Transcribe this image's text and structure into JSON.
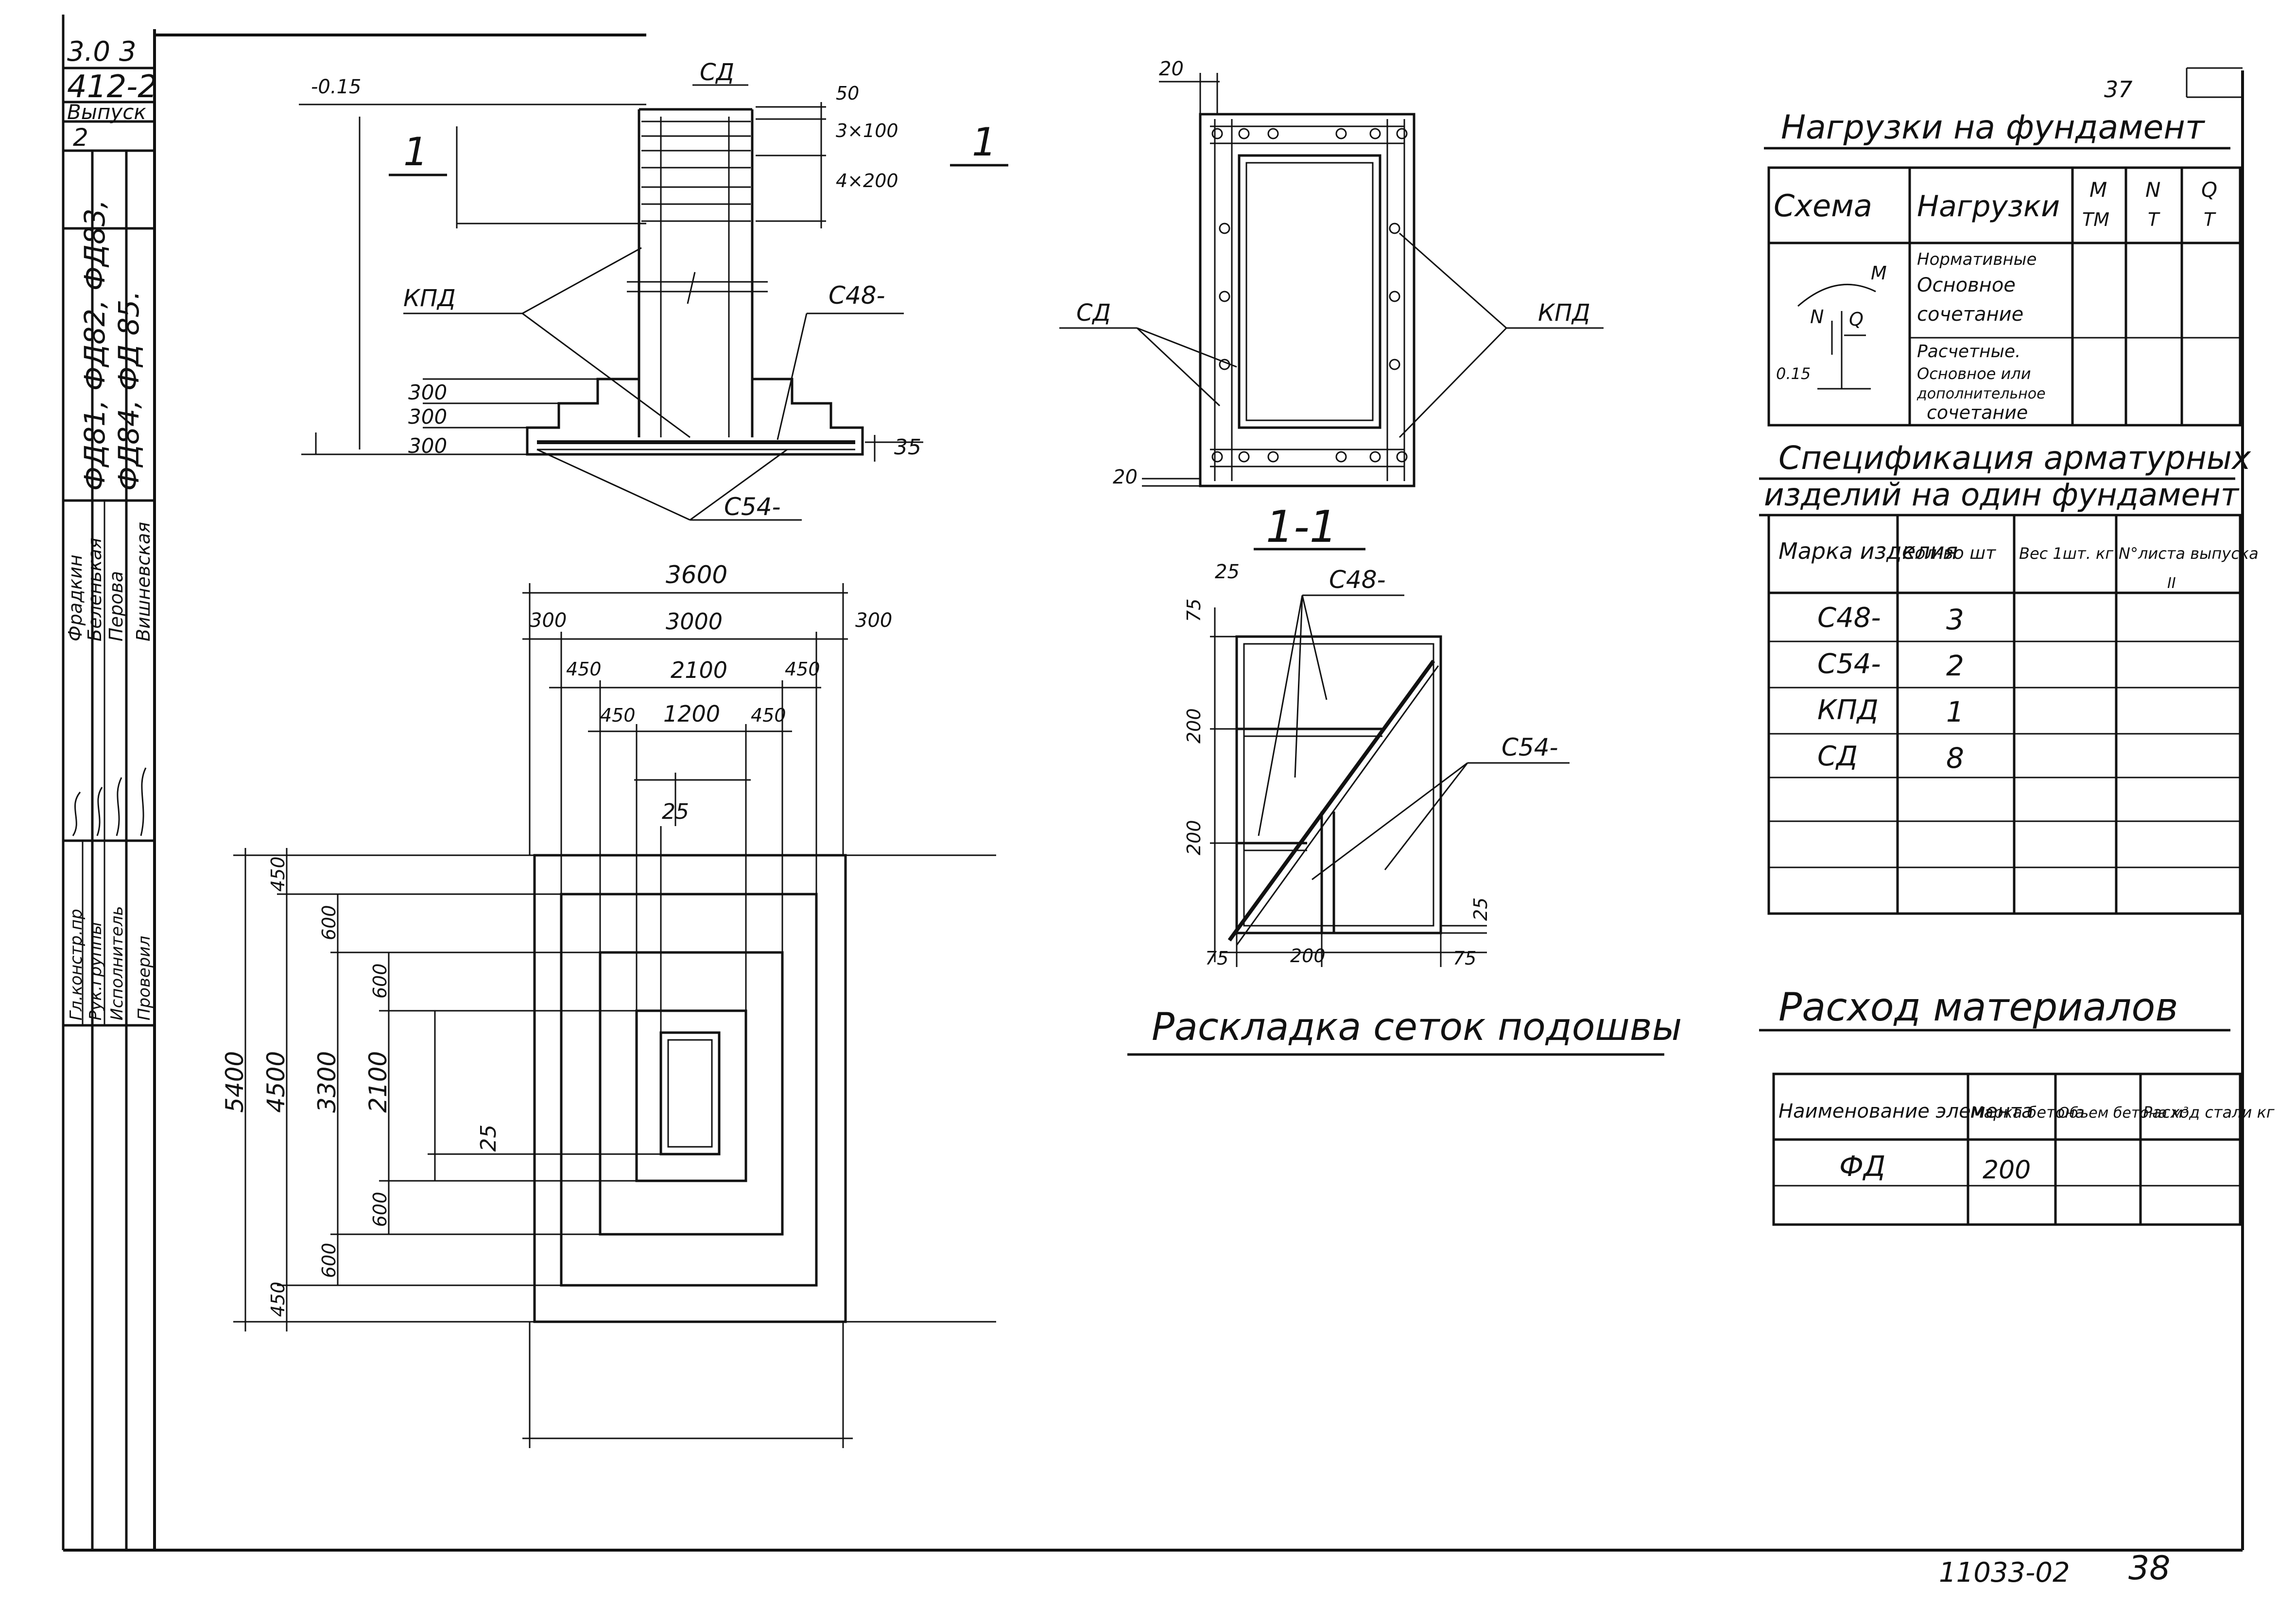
{
  "title_block": {
    "series_top": "3.0 3",
    "series_code": "412-2",
    "issue_label": "Выпуск",
    "issue_number": "2",
    "product_marks_line1": "ФД81, ФД82, ФД83,",
    "product_marks_line2": "ФД84, ФД 85.",
    "roles": [
      {
        "role": "Гл.констр.пр",
        "name": "Фрадкин"
      },
      {
        "role": "Рук.группы",
        "name": "Беленькая"
      },
      {
        "role": "Исполнитель",
        "name": "Перова"
      },
      {
        "role": "Проверил",
        "name": "Вишневская"
      }
    ]
  },
  "section_view": {
    "label_left": "1",
    "label_right": "1",
    "level_mark": "-0.15",
    "mesh_sd": "СД",
    "kpd": "КПД",
    "c48": "С48-",
    "c54": "С54-",
    "dim_50": "50",
    "dim_3x100": "3×100",
    "dim_4x200": "4×200",
    "steps": [
      "300",
      "300",
      "300"
    ],
    "dim_35": "35"
  },
  "plan_view": {
    "dims_top": [
      "3600",
      "300",
      "3000",
      "300",
      "450",
      "2100",
      "450",
      "450",
      "1200",
      "450",
      "25"
    ],
    "dims_left": [
      "5400",
      "4500",
      "3300",
      "2100",
      "450",
      "600",
      "600",
      "600",
      "600",
      "450",
      "25"
    ]
  },
  "cup_section": {
    "dim_20_top": "20",
    "dim_20_bottom": "20",
    "sd": "СД",
    "kpd": "КПД",
    "label": "1-1"
  },
  "mesh_layout": {
    "c48": "С48-",
    "c54": "С54-",
    "dims": [
      "25",
      "75",
      "200",
      "200",
      "25",
      "75",
      "200",
      "75"
    ],
    "caption": "Раскладка сеток подошвы"
  },
  "loads": {
    "sheet_top": "37",
    "title": "Нагрузки на фундамент",
    "headers": {
      "scheme": "Схема",
      "loads": "Нагрузки",
      "m": "M",
      "m_unit": "ТМ",
      "n": "N",
      "n_unit": "Т",
      "q": "Q",
      "q_unit": "Т"
    },
    "row1": [
      "Нормативные",
      "Основное",
      "сочетание"
    ],
    "row2": [
      "Расчетные.",
      "Основное или",
      "дополнительное",
      "сочетание"
    ],
    "scheme_labels": {
      "m": "M",
      "n": "N",
      "q": "Q",
      "level": "0.15"
    }
  },
  "spec": {
    "title_line1": "Спецификация арматурных",
    "title_line2": "изделий на один фундамент",
    "headers": [
      "Марка изделия",
      "Кол-во шт",
      "Вес 1шт. кг",
      "N°листа выпуска"
    ],
    "header_extra": "II",
    "rows": [
      {
        "mark": "С48-",
        "qty": "3"
      },
      {
        "mark": "С54-",
        "qty": "2"
      },
      {
        "mark": "КПД",
        "qty": "1"
      },
      {
        "mark": "СД",
        "qty": "8"
      }
    ]
  },
  "materials": {
    "title": "Расход материалов",
    "headers": [
      "Наименование элемента",
      "Марка бетона",
      "Объем бетона м³",
      "Расход стали кг"
    ],
    "rows": [
      {
        "element": "ФД",
        "grade": "200"
      }
    ]
  },
  "footer": {
    "doc_number": "11033-02",
    "page": "38"
  }
}
